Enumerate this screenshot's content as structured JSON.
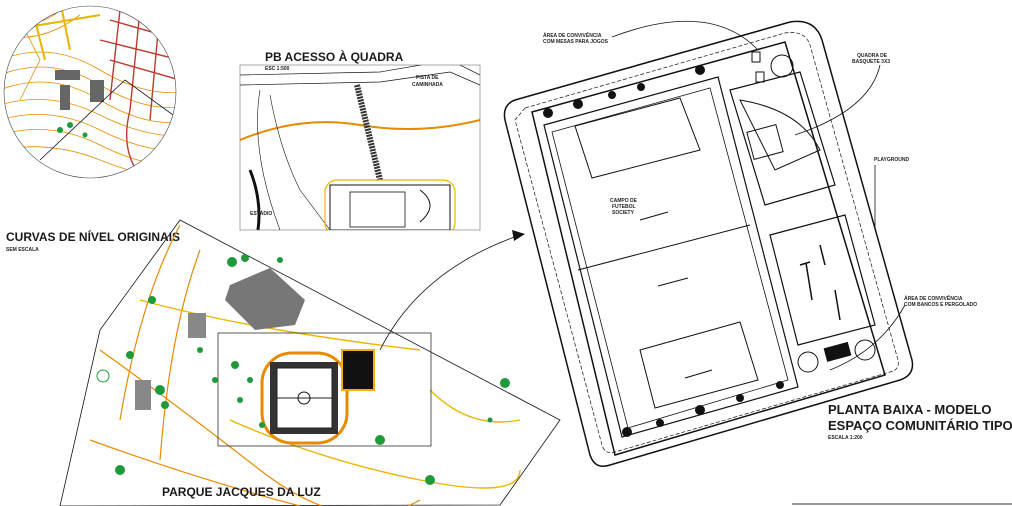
{
  "labels": {
    "contour_title": "CURVAS DE NÍVEL ORIGINAIS",
    "contour_scale": "SEM ESCALA",
    "access_title": "PB ACESSO À QUADRA",
    "access_scale": "ESC 1:500",
    "walking_track_line1": "PISTA DE",
    "walking_track_line2": "CAMINHADA",
    "stadium": "ESTÁDIO",
    "park_title": "PARQUE JACQUES DA LUZ",
    "games_area_line1": "ÁREA DE CONVIVÊNCIA",
    "games_area_line2": "COM MESAS PARA JOGOS",
    "basketball_line1": "QUADRA DE",
    "basketball_line2": "BASQUETE 3X3",
    "playground": "PLAYGROUND",
    "field_line1": "CAMPO DE",
    "field_line2": "FUTEBOL",
    "field_line3": "SOCIETY",
    "pergola_line1": "ÁREA DE CONVIVÊNCIA",
    "pergola_line2": "COM BANCOS E PERGOLADO",
    "plan_title_line1": "PLANTA BAIXA - MODELO",
    "plan_title_line2": "ESPAÇO COMUNITÁRIO TIPO A",
    "plan_scale": "ESCALA 1:200"
  },
  "colors": {
    "contour": "#e88a00",
    "road": "#c0392b",
    "tree": "#1f9a3a",
    "path": "#f0b400"
  }
}
